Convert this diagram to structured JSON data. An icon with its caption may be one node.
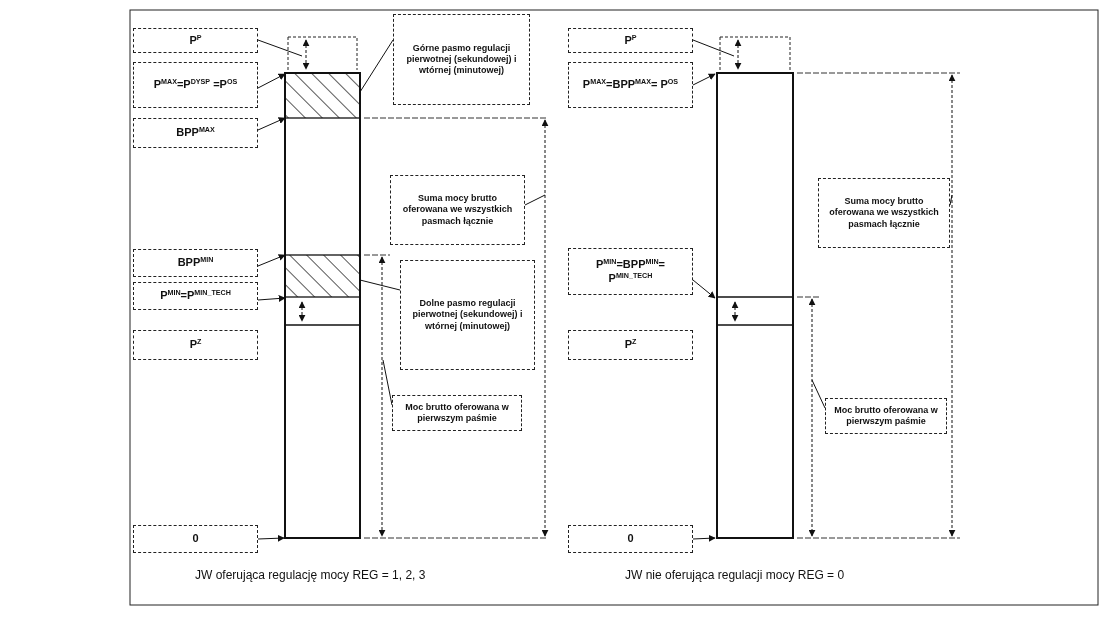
{
  "diagram": {
    "nodes": [
      {
        "text": [
          "P$^{P}$"
        ]
      },
      {
        "text": [
          "P$^{MAX}$=P$^{DYSP}$ =P$^{OS}$"
        ]
      },
      {
        "text": [
          "BPP$^{MAX}$"
        ]
      },
      {
        "text": [
          "Górne pasmo regulacji pierwotnej (sekundowej) i wtórnej (minutowej)"
        ]
      },
      {
        "text": [],
        "shape": "box"
      },
      {
        "text": [
          "Suma mocy brutto oferowana we wszystkich pasmach łącznie"
        ]
      },
      {
        "text": [
          "BPP$^{MIN}$"
        ]
      },
      {
        "text": [
          "P$^{MIN}$=P$^{MIN_TECH}$"
        ]
      },
      {
        "text": [
          "Dolne pasmo regulacji pierwotnej (sekundowej) i wtórnej (minutowej)"
        ]
      },
      {
        "text": [],
        "shape": "box"
      },
      {
        "text": [
          "P$^{Z}$"
        ]
      },
      {
        "text": [
          "Moc brutto oferowana w pierwszym paśmie"
        ]
      },
      {
        "text": [
          "0"
        ]
      },
      {
        "text": [
          "P$^{P}$"
        ]
      },
      {
        "text": [
          "P$^{MAX}$=BPP$^{MAX}$= P$^{OS}$"
        ]
      },
      {
        "text": [
          "Suma mocy brutto oferowana we wszystkich pasmach łącznie"
        ]
      },
      {
        "text": [
          "P$^{MIN}$=BPP$^{MIN}$= P$^{MIN_TECH}$"
        ]
      },
      {
        "text": [
          "P$^{Z}$"
        ]
      },
      {
        "text": [
          "Moc brutto oferowana w pierwszym paśmie"
        ]
      },
      {
        "text": [
          "0"
        ]
      }
    ],
    "edges": [
      {
        "from": 0,
        "to": null,
        "arrow": "none"
      },
      {
        "from": 1,
        "to": 4,
        "arrow": "to"
      },
      {
        "from": 2,
        "to": 4,
        "arrow": "to"
      },
      {
        "from": 3,
        "to": 4,
        "arrow": "none"
      },
      {
        "from": 5,
        "to": null,
        "arrow": "none"
      },
      {
        "from": 6,
        "to": 9,
        "arrow": "to"
      },
      {
        "from": 7,
        "to": 9,
        "arrow": "to"
      },
      {
        "from": 8,
        "to": 9,
        "arrow": "none"
      },
      {
        "from": 11,
        "to": null,
        "arrow": "none"
      },
      {
        "from": 12,
        "to": null,
        "arrow": "to"
      },
      {
        "from": 13,
        "to": null,
        "arrow": "none"
      },
      {
        "from": 14,
        "to": null,
        "arrow": "to"
      },
      {
        "from": 15,
        "to": null,
        "arrow": "none"
      },
      {
        "from": 16,
        "to": null,
        "arrow": "to"
      },
      {
        "from": 18,
        "to": null,
        "arrow": "none"
      },
      {
        "from": 19,
        "to": null,
        "arrow": "to"
      }
    ],
    "labels": [
      "JW oferująca regulację mocy REG = 1, 2, 3",
      "JW nie oferująca regulacji mocy REG = 0"
    ]
  }
}
